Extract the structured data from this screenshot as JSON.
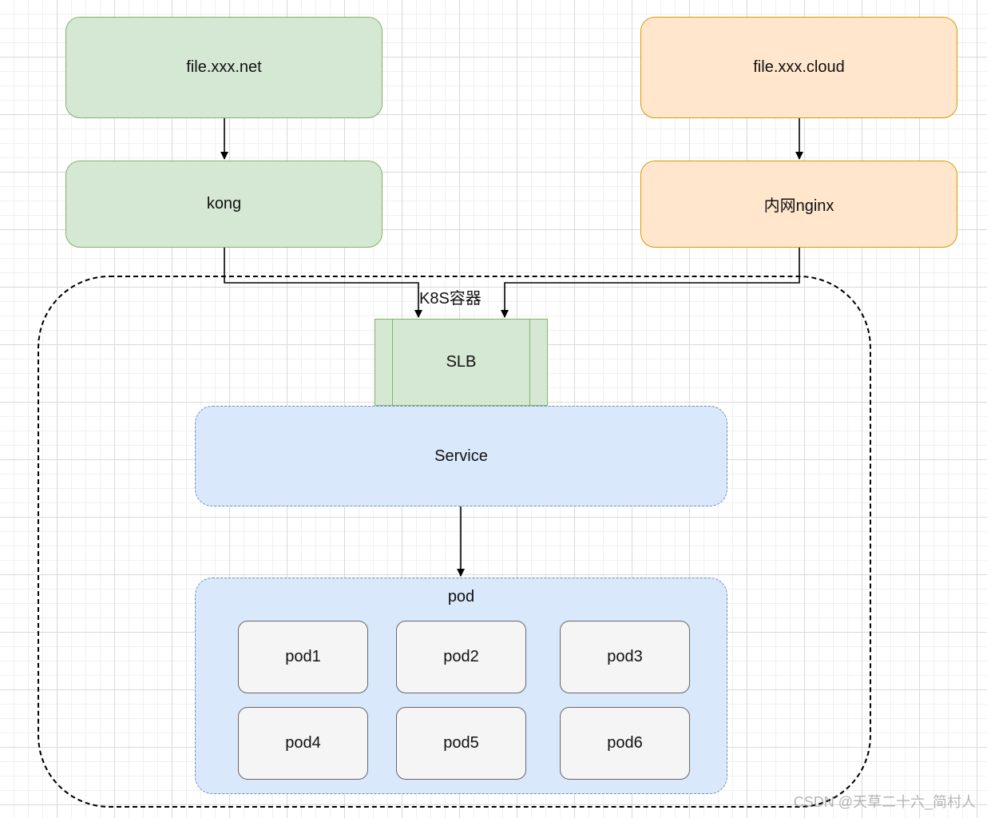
{
  "nodes": {
    "net_domain": "file.xxx.net",
    "cloud_domain": "file.xxx.cloud",
    "kong": "kong",
    "nginx": "内网nginx",
    "k8s_container": "K8S容器",
    "slb": "SLB",
    "service": "Service",
    "pod_group": "pod",
    "pods": [
      "pod1",
      "pod2",
      "pod3",
      "pod4",
      "pod5",
      "pod6"
    ]
  },
  "edges": [
    {
      "from": "file.xxx.net",
      "to": "kong"
    },
    {
      "from": "file.xxx.cloud",
      "to": "内网nginx"
    },
    {
      "from": "kong",
      "to": "SLB"
    },
    {
      "from": "内网nginx",
      "to": "SLB"
    },
    {
      "from": "Service",
      "to": "pod"
    }
  ],
  "colors": {
    "green_fill": "#d5e8d4",
    "green_stroke": "#82b366",
    "orange_fill": "#ffe6cc",
    "orange_stroke": "#d79b00",
    "blue_fill": "#dae8fc",
    "blue_stroke": "#6c8ebf",
    "pod_fill": "#f5f5f5",
    "pod_stroke": "#666666"
  },
  "watermark": "CSDN @天草二十六_简村人"
}
